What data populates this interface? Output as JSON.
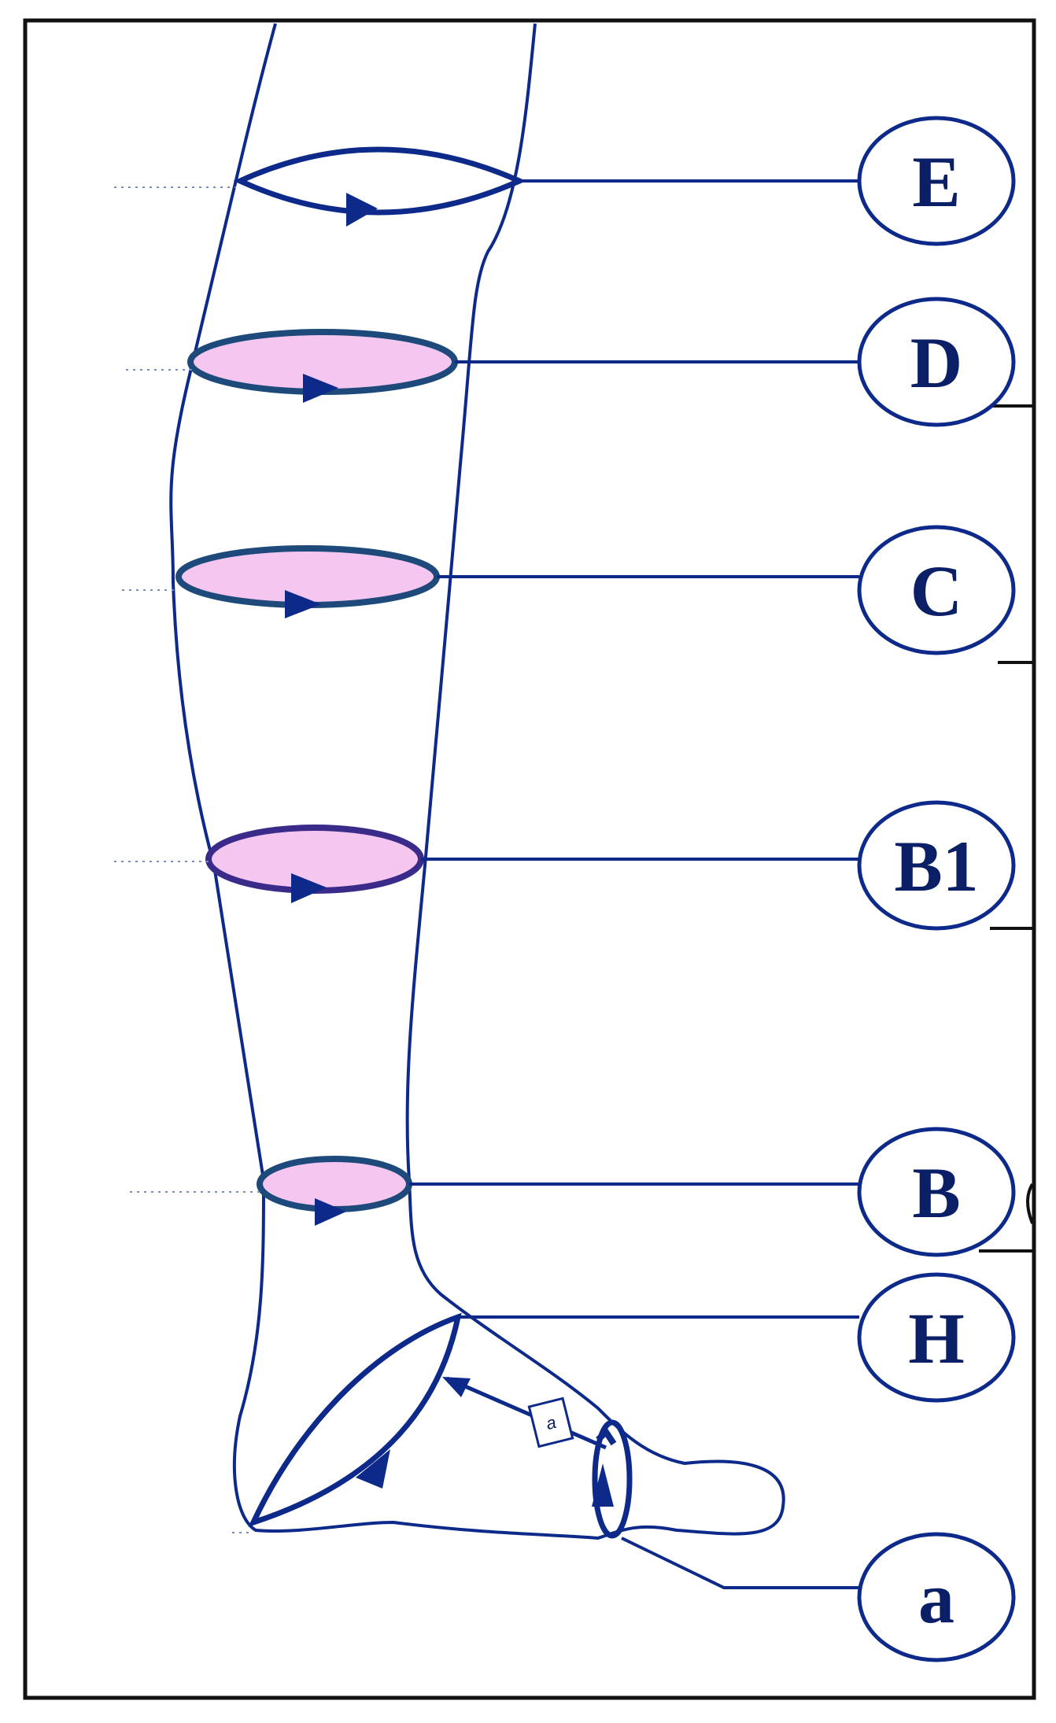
{
  "diagram": {
    "colors": {
      "stroke": "#0d2a8a",
      "fill": "#f5c6f0",
      "frame": "#111111",
      "label_text": "#0a1f66"
    },
    "labels": {
      "E": "E",
      "D": "D",
      "C": "C",
      "B1": "B1",
      "B": "B",
      "H": "H",
      "a": "a",
      "small_box": "a"
    }
  }
}
